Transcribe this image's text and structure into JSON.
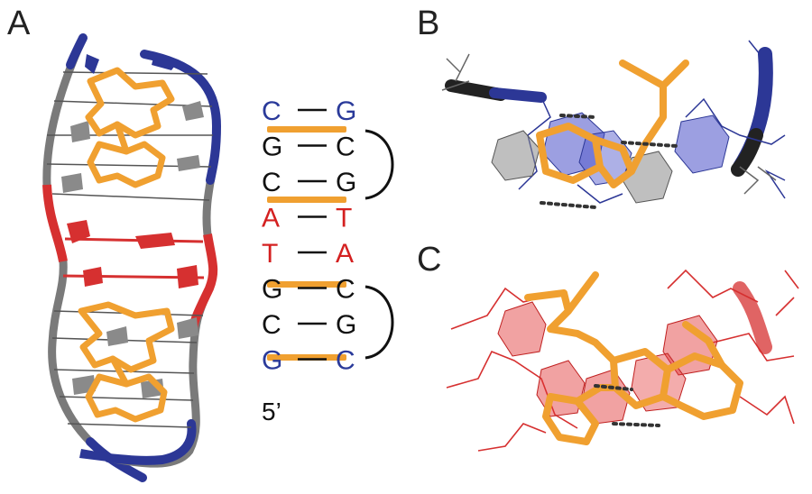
{
  "panels": {
    "a_label": "A",
    "b_label": "B",
    "c_label": "C"
  },
  "colors": {
    "terminal_pair": "#2a3a9a",
    "stacked_pair": "#111111",
    "central_pair": "#d42020",
    "ligand": "#f0a030",
    "backbone_gray": "#7a7a7a",
    "backbone_blue": "#2c3796",
    "backbone_red": "#d63030"
  },
  "sequence": {
    "pairs": [
      {
        "left": "C",
        "right": "G",
        "color": "blue"
      },
      {
        "left": "G",
        "right": "C",
        "color": "black"
      },
      {
        "left": "C",
        "right": "G",
        "color": "black"
      },
      {
        "left": "A",
        "right": "T",
        "color": "red"
      },
      {
        "left": "T",
        "right": "A",
        "color": "red"
      },
      {
        "left": "G",
        "right": "C",
        "color": "black"
      },
      {
        "left": "C",
        "right": "G",
        "color": "black"
      },
      {
        "left": "G",
        "right": "C",
        "color": "blue"
      }
    ],
    "five_prime": "5’"
  }
}
